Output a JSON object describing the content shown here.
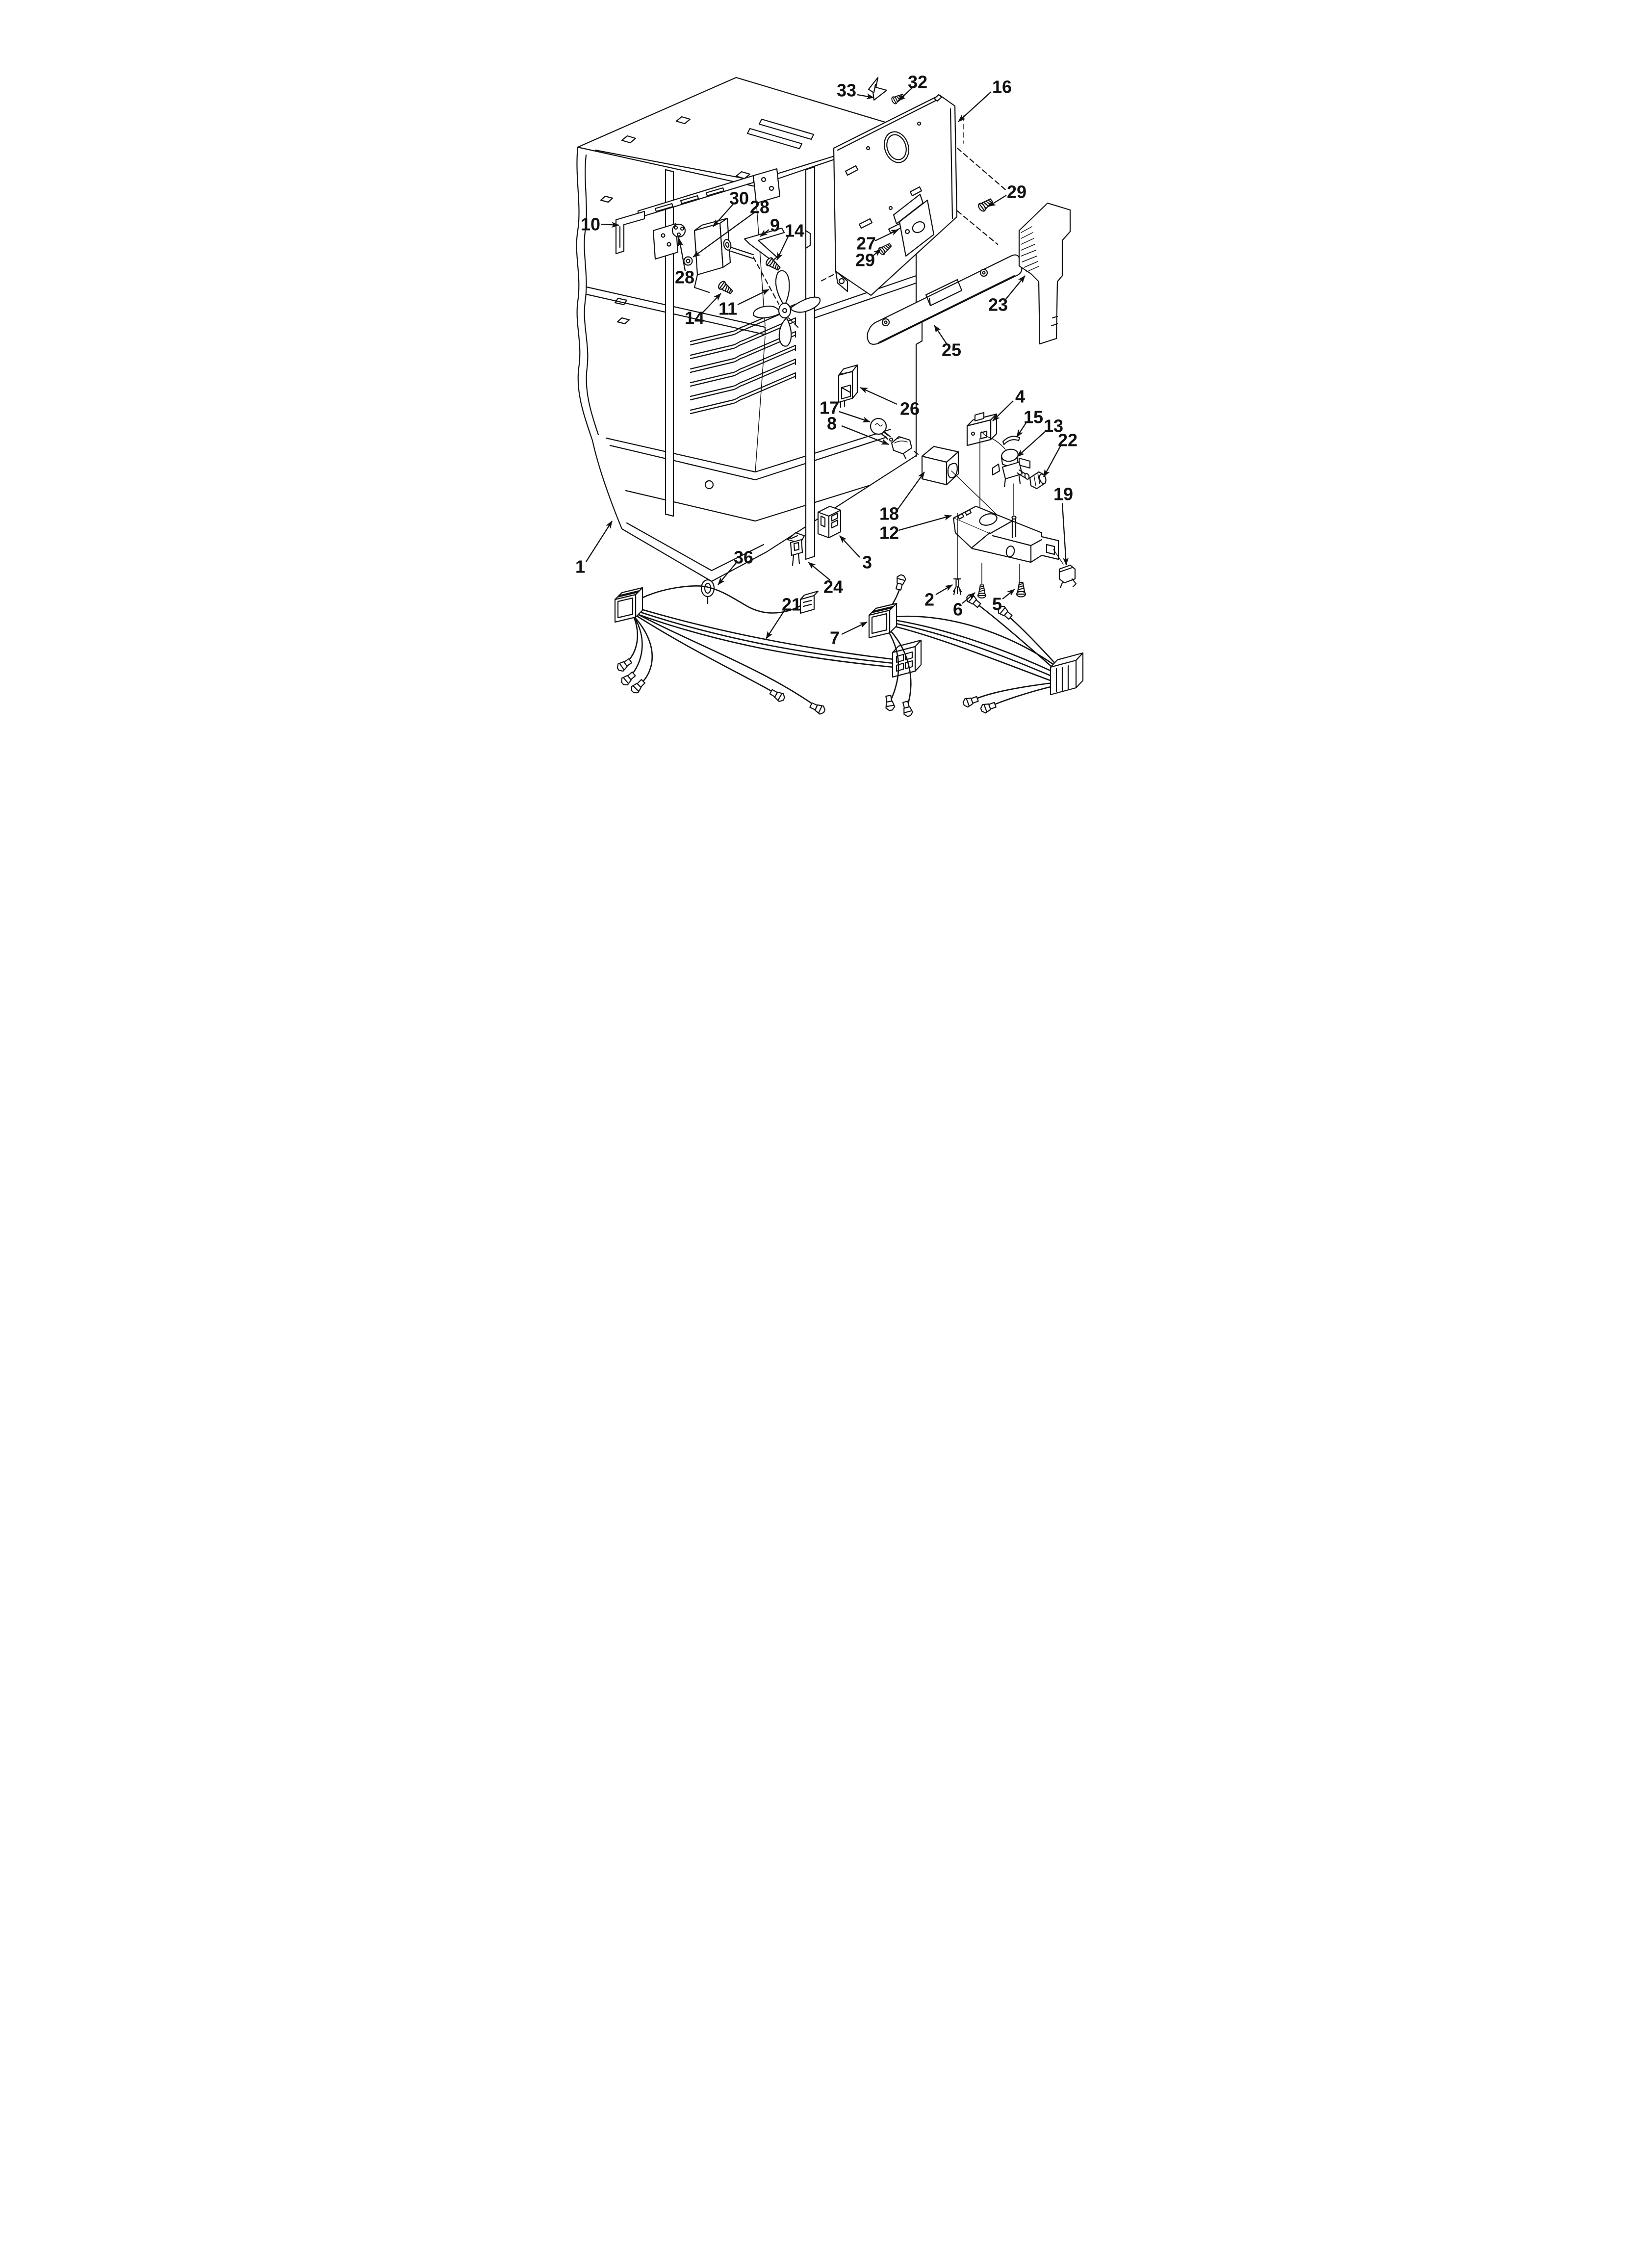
{
  "page": {
    "background": "#ffffff",
    "ink": "#111111"
  },
  "diagram": {
    "callouts": [
      {
        "label": "33",
        "p": [
          610,
          184
        ],
        "t": [
          632,
          193
        ],
        "h": [
          666,
          199
        ]
      },
      {
        "label": "32",
        "p": [
          755,
          167
        ],
        "t": [
          744,
          179
        ],
        "h": [
          715,
          206
        ]
      },
      {
        "label": "16",
        "p": [
          927,
          177
        ],
        "t": [
          905,
          187
        ],
        "h": [
          838,
          248
        ]
      },
      {
        "label": "29",
        "p": [
          957,
          391
        ],
        "t": [
          936,
          398
        ],
        "h": [
          899,
          421
        ]
      },
      {
        "label": "10",
        "p": [
          88,
          457
        ],
        "t": [
          109,
          457
        ],
        "h": [
          146,
          459
        ]
      },
      {
        "label": "30",
        "p": [
          391,
          404
        ],
        "t": [
          379,
          416
        ],
        "h": [
          338,
          462
        ]
      },
      {
        "label": "28",
        "p": [
          433,
          422
        ],
        "t": [
          421,
          434
        ],
        "h": [
          297,
          524
        ]
      },
      {
        "label": "9",
        "p": [
          464,
          459
        ],
        "t": [
          452,
          468
        ],
        "h": [
          434,
          482
        ]
      },
      {
        "label": "14",
        "p": [
          504,
          470
        ],
        "t": [
          492,
          480
        ],
        "h": [
          468,
          530
        ]
      },
      {
        "label": "27",
        "p": [
          650,
          496
        ],
        "t": [
          668,
          491
        ],
        "h": [
          716,
          468
        ]
      },
      {
        "label": "29",
        "p": [
          648,
          530
        ],
        "t": [
          661,
          524
        ],
        "h": [
          680,
          508
        ]
      },
      {
        "label": "28",
        "p": [
          280,
          565
        ],
        "t": [
          281,
          552
        ],
        "h": [
          269,
          487
        ]
      },
      {
        "label": "11",
        "p": [
          368,
          629
        ],
        "t": [
          388,
          621
        ],
        "h": [
          452,
          590
        ]
      },
      {
        "label": "14",
        "p": [
          300,
          648
        ],
        "t": [
          315,
          639
        ],
        "h": [
          354,
          598
        ]
      },
      {
        "label": "23",
        "p": [
          919,
          621
        ],
        "t": [
          933,
          612
        ],
        "h": [
          974,
          562
        ]
      },
      {
        "label": "25",
        "p": [
          824,
          713
        ],
        "t": [
          815,
          702
        ],
        "h": [
          789,
          663
        ]
      },
      {
        "label": "26",
        "p": [
          739,
          833
        ],
        "t": [
          713,
          824
        ],
        "h": [
          638,
          790
        ]
      },
      {
        "label": "17",
        "p": [
          575,
          831
        ],
        "t": [
          595,
          839
        ],
        "h": [
          658,
          860
        ]
      },
      {
        "label": "8",
        "p": [
          580,
          863
        ],
        "t": [
          600,
          868
        ],
        "h": [
          696,
          906
        ]
      },
      {
        "label": "4",
        "p": [
          964,
          808
        ],
        "t": [
          950,
          817
        ],
        "h": [
          908,
          858
        ]
      },
      {
        "label": "15",
        "p": [
          991,
          850
        ],
        "t": [
          978,
          859
        ],
        "h": [
          957,
          891
        ]
      },
      {
        "label": "13",
        "p": [
          1032,
          868
        ],
        "t": [
          1018,
          877
        ],
        "h": [
          958,
          931
        ]
      },
      {
        "label": "22",
        "p": [
          1061,
          897
        ],
        "t": [
          1048,
          906
        ],
        "h": [
          1012,
          972
        ]
      },
      {
        "label": "19",
        "p": [
          1052,
          1007
        ],
        "t": [
          1050,
          1026
        ],
        "h": [
          1058,
          1152
        ]
      },
      {
        "label": "18",
        "p": [
          697,
          1047
        ],
        "t": [
          713,
          1040
        ],
        "h": [
          769,
          962
        ]
      },
      {
        "label": "12",
        "p": [
          697,
          1086
        ],
        "t": [
          716,
          1081
        ],
        "h": [
          824,
          1051
        ]
      },
      {
        "label": "3",
        "p": [
          652,
          1146
        ],
        "t": [
          637,
          1136
        ],
        "h": [
          596,
          1092
        ]
      },
      {
        "label": "2",
        "p": [
          779,
          1222
        ],
        "t": [
          792,
          1212
        ],
        "h": [
          826,
          1192
        ]
      },
      {
        "label": "6",
        "p": [
          837,
          1242
        ],
        "t": [
          846,
          1230
        ],
        "h": [
          872,
          1208
        ]
      },
      {
        "label": "5",
        "p": [
          917,
          1231
        ],
        "t": [
          928,
          1221
        ],
        "h": [
          953,
          1201
        ]
      },
      {
        "label": "24",
        "p": [
          583,
          1196
        ],
        "t": [
          577,
          1183
        ],
        "h": [
          532,
          1146
        ]
      },
      {
        "label": "36",
        "p": [
          400,
          1136
        ],
        "t": [
          387,
          1145
        ],
        "h": [
          348,
          1192
        ]
      },
      {
        "label": "1",
        "p": [
          67,
          1155
        ],
        "t": [
          79,
          1145
        ],
        "h": [
          132,
          1062
        ]
      },
      {
        "label": "21",
        "p": [
          498,
          1232
        ],
        "t": [
          485,
          1242
        ],
        "h": [
          446,
          1302
        ]
      },
      {
        "label": "7",
        "p": [
          586,
          1300
        ],
        "t": [
          600,
          1293
        ],
        "h": [
          652,
          1268
        ]
      }
    ]
  }
}
